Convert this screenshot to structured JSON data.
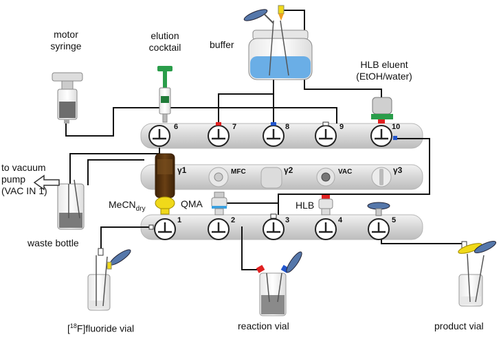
{
  "labels": {
    "motor_syringe": [
      "motor",
      "syringe"
    ],
    "elution_cocktail": [
      "elution",
      "cocktail"
    ],
    "buffer": "buffer",
    "hlb_eluent": [
      "HLB eluent",
      "(EtOH/water)"
    ],
    "to_vacuum_pump": [
      "to vacuum",
      "pump",
      "(VAC IN 1)"
    ],
    "mecn_base": "MeCN",
    "mecn_sub": "dry",
    "qma": "QMA",
    "hlb": "HLB",
    "waste_bottle": "waste bottle",
    "fluoride_vial": {
      "pre": "[",
      "sup": "18",
      "post": "F]fluoride vial"
    },
    "reaction_vial": "reaction vial",
    "product_vial": "product vial"
  },
  "top_manifold_valves": [
    "6",
    "7",
    "8",
    "9",
    "10"
  ],
  "middle_manifold": {
    "gamma1": "γ1",
    "mfc": "MFC",
    "gamma2": "γ2",
    "vac": "VAC",
    "gamma3": "γ3"
  },
  "bottom_manifold_valves": [
    "1",
    "2",
    "3",
    "4",
    "5"
  ],
  "colors": {
    "line": "#111111",
    "manifold": "#dcdcdc",
    "liquid": "#6aaee6",
    "green_plunger": "#2a9d4a",
    "yellow": "#f0d91a",
    "cartridge_brown": "#5a3410",
    "red_port": "#e02020",
    "blue_port": "#2255cc",
    "filter_blue": "#5577aa"
  }
}
